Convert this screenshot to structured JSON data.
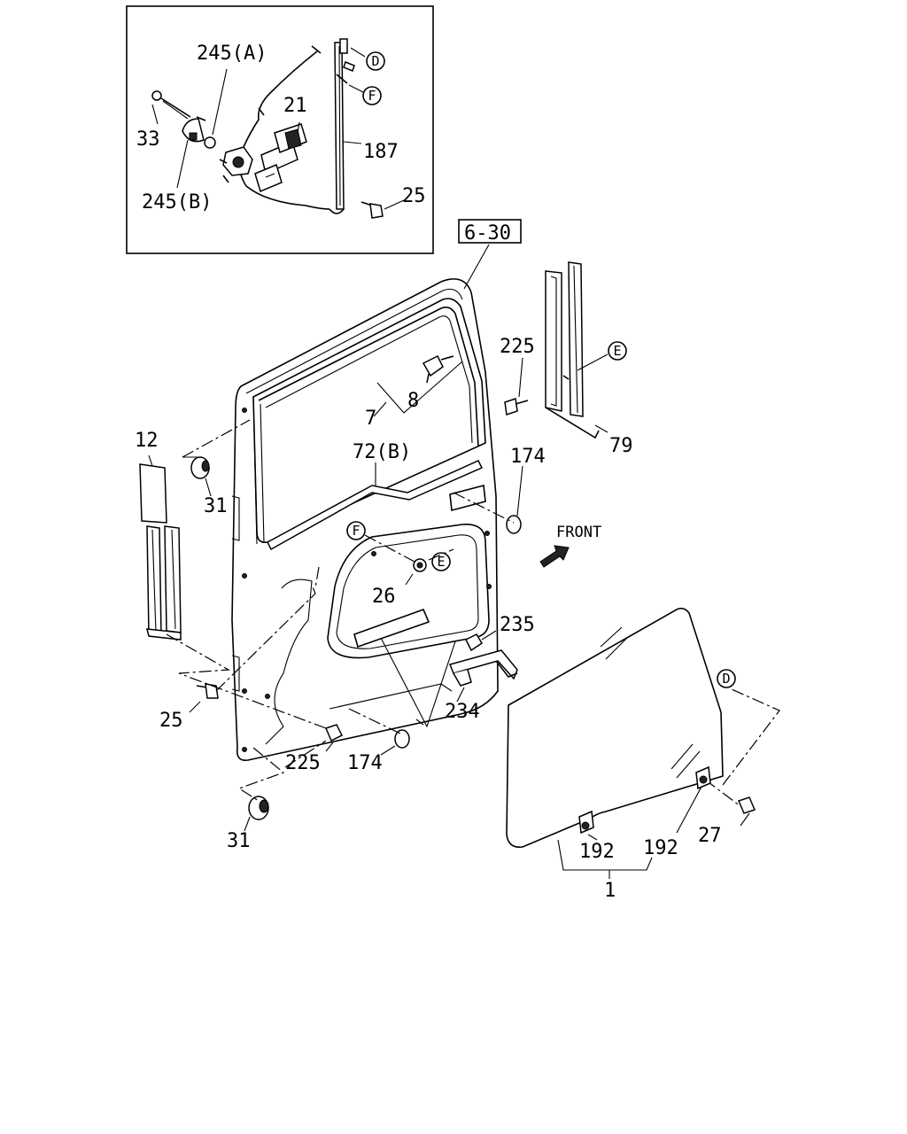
{
  "diagram": {
    "part_labels": {
      "p245a": "245(A)",
      "p33": "33",
      "p245b": "245(B)",
      "p21": "21",
      "p187": "187",
      "p25_inset": "25",
      "ref630": "6-30",
      "p225_top": "225",
      "p8": "8",
      "p7": "7",
      "p79": "79",
      "p12": "12",
      "p31_top": "31",
      "p72b": "72(B)",
      "p174_top": "174",
      "front": "FRONT",
      "p26": "26",
      "p235": "235",
      "p234": "234",
      "p25_bottom": "25",
      "p225_bottom": "225",
      "p174_bottom": "174",
      "p31_bottom": "31",
      "p192_left": "192",
      "p192_right": "192",
      "p27": "27",
      "p1": "1"
    },
    "callouts": {
      "d_inset": "D",
      "f_inset": "F",
      "e_channel": "E",
      "f_door": "F",
      "e_door": "E",
      "d_glass": "D"
    }
  }
}
